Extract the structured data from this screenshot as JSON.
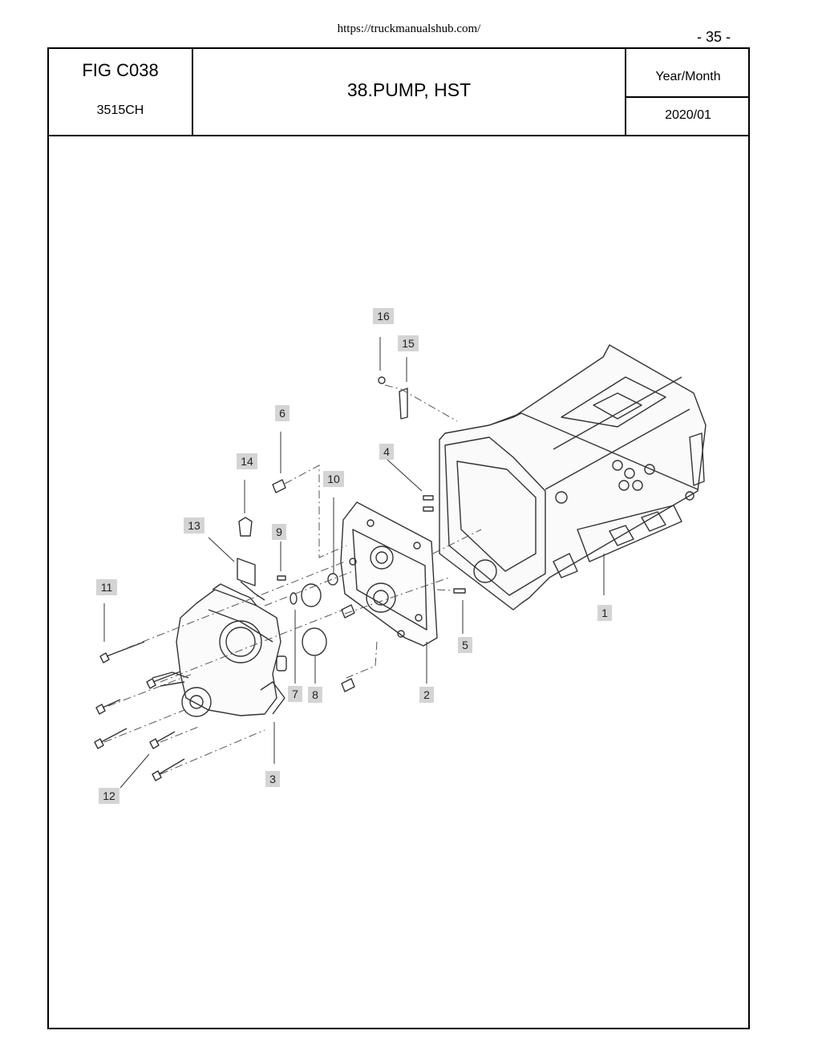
{
  "source_url": "https://truckmanualshub.com/",
  "page_number": "- 35 -",
  "header": {
    "fig_no": "FIG C038",
    "model": "3515CH",
    "title": "38.PUMP, HST",
    "year_month_label": "Year/Month",
    "year_month_value": "2020/01"
  },
  "callouts": {
    "c1": "1",
    "c2": "2",
    "c3": "3",
    "c4": "4",
    "c5": "5",
    "c6": "6",
    "c7": "7",
    "c8": "8",
    "c9": "9",
    "c10": "10",
    "c11": "11",
    "c12": "12",
    "c13": "13",
    "c14": "14",
    "c15": "15",
    "c16": "16"
  }
}
